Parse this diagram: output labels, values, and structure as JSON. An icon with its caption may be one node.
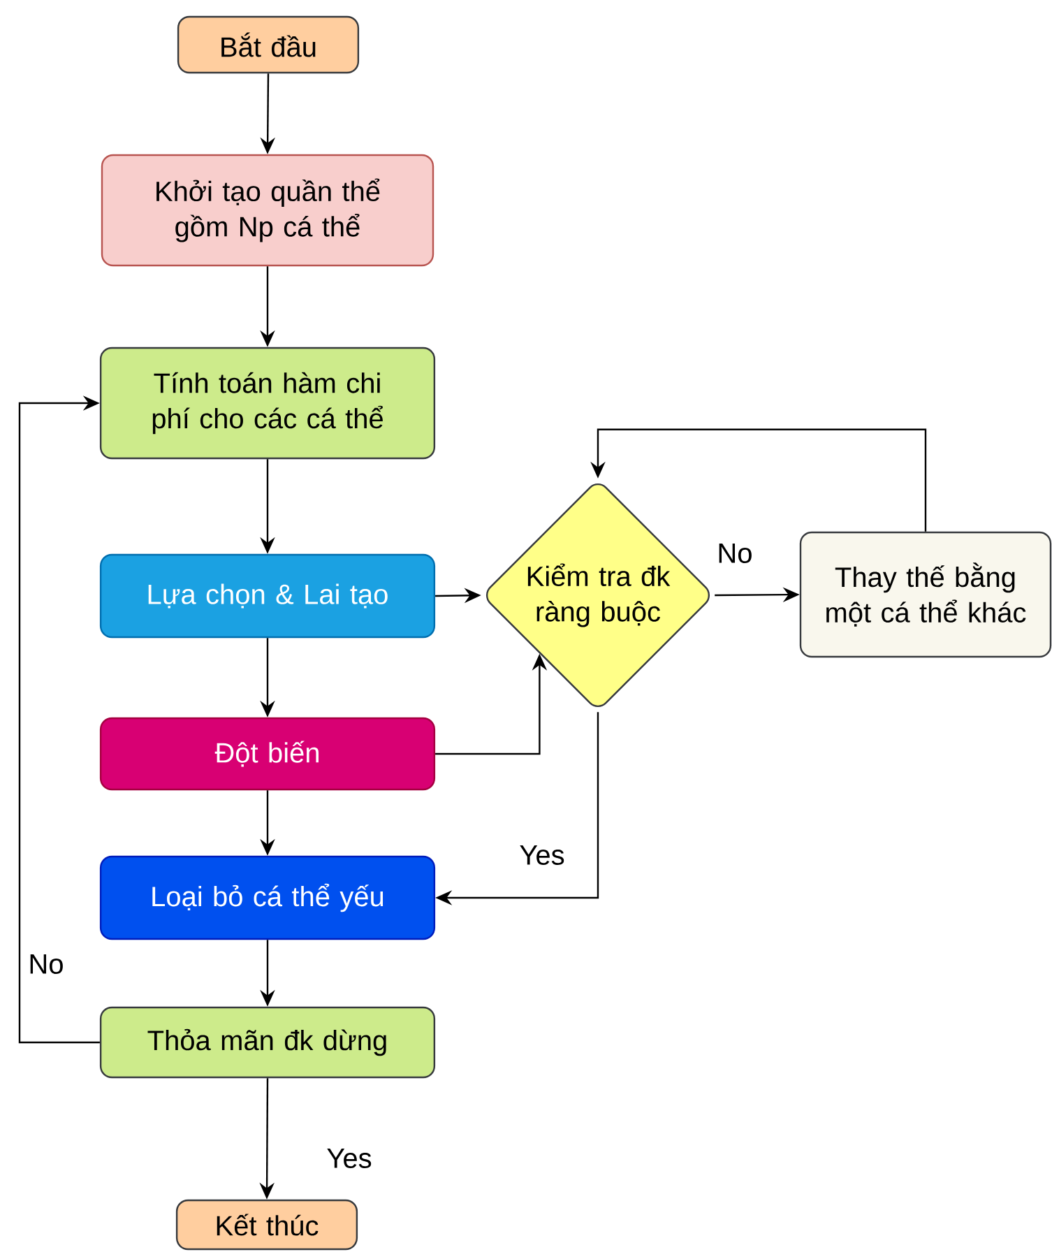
{
  "diagram": {
    "nodes": [
      {
        "text": [
          "Bắt đầu"
        ]
      },
      {
        "text": [
          "Khởi tạo quần thể gồm Np cá thể"
        ]
      },
      {
        "text": [
          "Tính toán hàm chi phí cho các cá thể"
        ]
      },
      {
        "text": [
          "Lựa chọn & Lai tạo"
        ]
      },
      {
        "text": [
          "Kiểm tra đk ràng buộc"
        ]
      },
      {
        "text": [
          "Thay thế bằng một cá thể khác"
        ]
      },
      {
        "text": [
          "Đột biến"
        ]
      },
      {
        "text": [
          "Loại bỏ cá thể yếu"
        ]
      },
      {
        "text": [
          "Thỏa mãn đk dừng"
        ]
      },
      {
        "text": [
          "Kết thúc"
        ]
      }
    ],
    "edges": [
      {
        "from": 0,
        "to": 1,
        "arrow": "to"
      },
      {
        "from": 1,
        "to": 2,
        "arrow": "to"
      },
      {
        "from": 2,
        "to": 3,
        "arrow": "to"
      },
      {
        "from": 3,
        "to": 4,
        "arrow": "to"
      },
      {
        "from": 3,
        "to": 6,
        "arrow": "to"
      },
      {
        "from": 6,
        "to": 4,
        "arrow": "to"
      },
      {
        "from": 4,
        "to": 5,
        "arrow": "to",
        "label": "No"
      },
      {
        "from": 5,
        "to": 4,
        "arrow": "to"
      },
      {
        "from": 4,
        "to": 7,
        "arrow": "to",
        "label": "Yes"
      },
      {
        "from": 6,
        "to": 7,
        "arrow": "to"
      },
      {
        "from": 7,
        "to": 8,
        "arrow": "to"
      },
      {
        "from": 8,
        "to": 2,
        "arrow": "to",
        "label": "No"
      },
      {
        "from": 8,
        "to": 9,
        "arrow": "to",
        "label": "Yes"
      }
    ]
  }
}
